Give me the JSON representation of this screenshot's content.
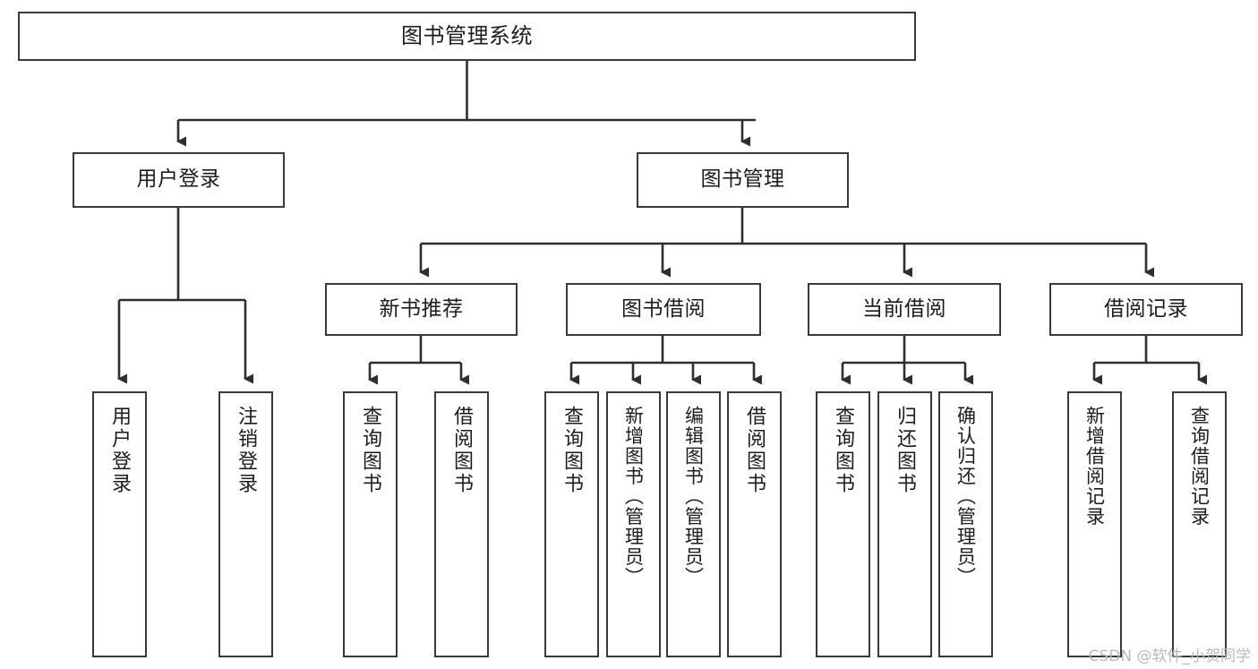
{
  "diagram": {
    "type": "tree",
    "title": "图书管理系统",
    "watermark": "CSDN @软件_小贺同学",
    "colors": {
      "stroke": "#3a3a3a",
      "fill": "#ffffff",
      "text": "#1c1c1c",
      "watermark": "#b9b9b9"
    },
    "nodes": {
      "root": {
        "label": "图书管理系统"
      },
      "level2": [
        {
          "id": "user-login",
          "label": "用户登录"
        },
        {
          "id": "book-manage",
          "label": "图书管理"
        }
      ],
      "level3": [
        {
          "id": "new-book-rec",
          "label": "新书推荐"
        },
        {
          "id": "book-borrow",
          "label": "图书借阅"
        },
        {
          "id": "current-borrow",
          "label": "当前借阅"
        },
        {
          "id": "borrow-record",
          "label": "借阅记录"
        }
      ],
      "leaves": {
        "user-login": [
          {
            "id": "leaf-user-login",
            "label": "用户登录"
          },
          {
            "id": "leaf-logout",
            "label": "注销登录"
          }
        ],
        "new-book-rec": [
          {
            "id": "leaf-query-book-1",
            "label": "查询图书"
          },
          {
            "id": "leaf-borrow-book-1",
            "label": "借阅图书"
          }
        ],
        "book-borrow": [
          {
            "id": "leaf-query-book-2",
            "label": "查询图书"
          },
          {
            "id": "leaf-add-book",
            "label": "新增图书（管理员）"
          },
          {
            "id": "leaf-edit-book",
            "label": "编辑图书（管理员）"
          },
          {
            "id": "leaf-borrow-book-2",
            "label": "借阅图书"
          }
        ],
        "current-borrow": [
          {
            "id": "leaf-query-book-3",
            "label": "查询图书"
          },
          {
            "id": "leaf-return-book",
            "label": "归还图书"
          },
          {
            "id": "leaf-confirm-return",
            "label": "确认归还（管理员）"
          }
        ],
        "borrow-record": [
          {
            "id": "leaf-add-record",
            "label": "新增借阅记录"
          },
          {
            "id": "leaf-query-record",
            "label": "查询借阅记录"
          }
        ]
      }
    }
  }
}
